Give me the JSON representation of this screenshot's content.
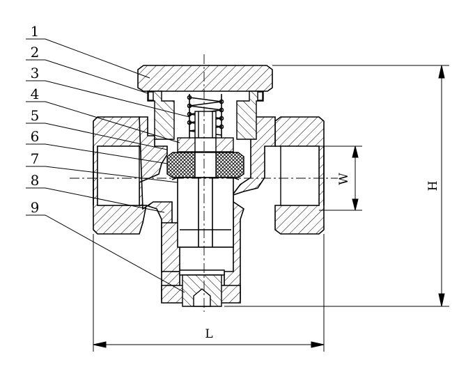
{
  "part_labels": [
    "1",
    "2",
    "3",
    "4",
    "5",
    "6",
    "7",
    "8",
    "9"
  ],
  "dimensions": {
    "length": "L",
    "height": "H",
    "width": "W"
  }
}
